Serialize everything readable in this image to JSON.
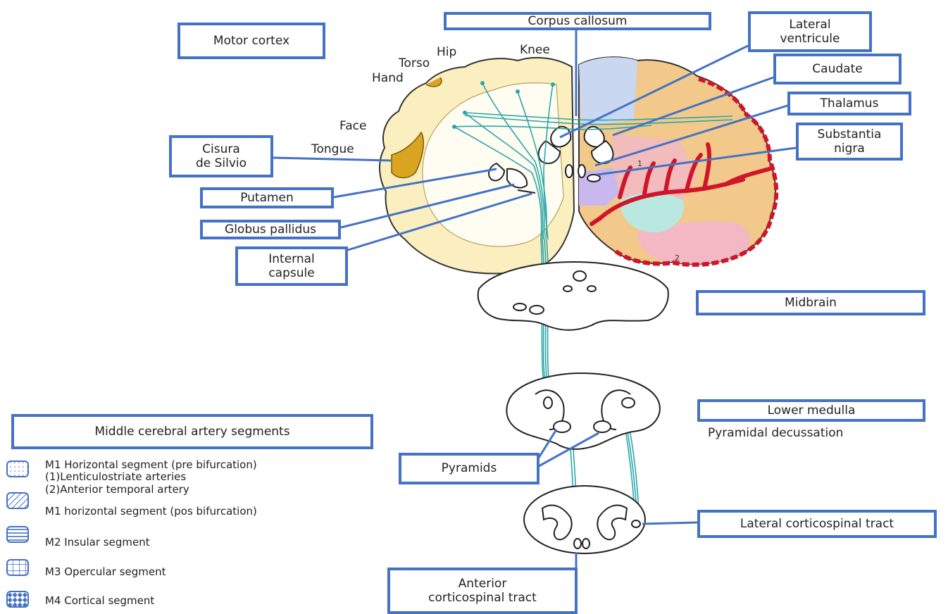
{
  "labels": {
    "motor_cortex": "Motor cortex",
    "corpus_callosum": "Corpus callosum",
    "lateral_ventricule": "Lateral\nventricule",
    "caudate": "Caudate",
    "thalamus": "Thalamus",
    "substantia_nigra": "Substantia\nnigra",
    "cisura_silvio": "Cisura\nde Silvio",
    "putamen": "Putamen",
    "globus_pallidus": "Globus pallidus",
    "internal_capsule": "Internal\ncapsule",
    "midbrain": "Midbrain",
    "lower_medulla": "Lower medulla",
    "pyramidal_decussation": "Pyramidal decussation",
    "pyramids": "Pyramids",
    "lateral_corticospinal_tract": "Lateral corticospinal tract",
    "anterior_corticospinal_tract": "Anterior\ncorticospinal tract"
  },
  "homunculus": {
    "hip": "Hip",
    "knee": "Knee",
    "torso": "Torso",
    "hand": "Hand",
    "face": "Face",
    "tongue": "Tongue"
  },
  "legend": {
    "title": "Middle cerebral artery segments",
    "items": [
      {
        "label": "M1 Horizontal segment (pre bifurcation)\n(1)Lenticulostriate arteries\n(2)Anterior temporal artery",
        "icon": "dotted-pattern-icon"
      },
      {
        "label": "M1 horizontal segment (pos bifurcation)",
        "icon": "diagonal-stripes-icon"
      },
      {
        "label": "M2 Insular segment",
        "icon": "horizontal-stripes-icon"
      },
      {
        "label": "M3 Opercular segment",
        "icon": "grid-pattern-icon"
      },
      {
        "label": "M4 Cortical segment",
        "icon": "checker-pattern-icon"
      }
    ]
  },
  "vessel_markers": {
    "m1": "1",
    "m2": "2"
  },
  "colors": {
    "box_border": "#4472c4",
    "tract": "#2aa6a8",
    "cortex_left": "#fbefc0",
    "artery": "#d0152a",
    "insula": "#d9a520",
    "orange_region": "#f2c98a",
    "pink_region": "#f2b8c4",
    "cyan_region": "#b8e8e0",
    "violet_region": "#c8b8ee",
    "blue_region": "#c9d8f0"
  }
}
